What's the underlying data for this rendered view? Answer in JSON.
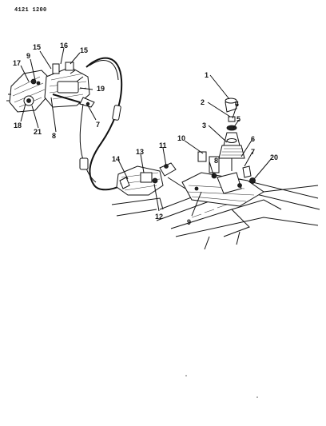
{
  "page_code": "4121 1200",
  "callouts": {
    "c1": "1",
    "c2": "2",
    "c3": "3",
    "c4": "4",
    "c5": "5",
    "c6": "6",
    "c7a": "7",
    "c7b": "7",
    "c8a": "8",
    "c8b": "8",
    "c9a": "9",
    "c9b": "9",
    "c10": "10",
    "c11": "11",
    "c12": "12",
    "c13": "13",
    "c14": "14",
    "c15a": "15",
    "c15b": "15",
    "c16": "16",
    "c17": "17",
    "c18": "18",
    "c19": "19",
    "c20": "20",
    "c21": "21"
  }
}
